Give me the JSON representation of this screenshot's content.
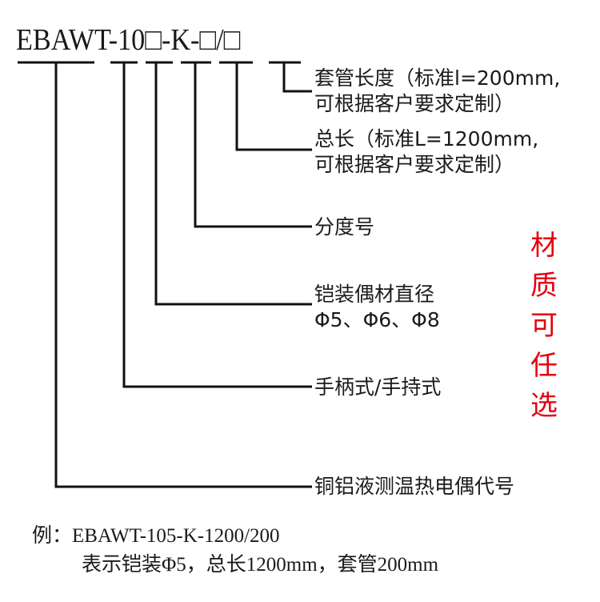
{
  "diagram": {
    "model_code": "EBAWT-10□-K-□/□",
    "labels": {
      "sleeve_length": [
        "套管长度（标准l=200mm,",
        "可根据客户要求定制）"
      ],
      "total_length": [
        "总长（标准L=1200mm,",
        "可根据客户要求定制）"
      ],
      "graduation": "分度号",
      "sheath_diameter": [
        "铠装偶材直径",
        "Φ5、Φ6、Φ8"
      ],
      "handle_type": "手柄式/手持式",
      "product_code": "铜铝液测温热电偶代号"
    },
    "note_vertical": [
      "材",
      "质",
      "可",
      "任",
      "选"
    ],
    "note_color": "#e4000f",
    "example": {
      "prefix": "例：",
      "code": "EBAWT-105-K-1200/200",
      "meaning": "表示铠装Φ5，总长1200mm，套管200mm"
    }
  }
}
